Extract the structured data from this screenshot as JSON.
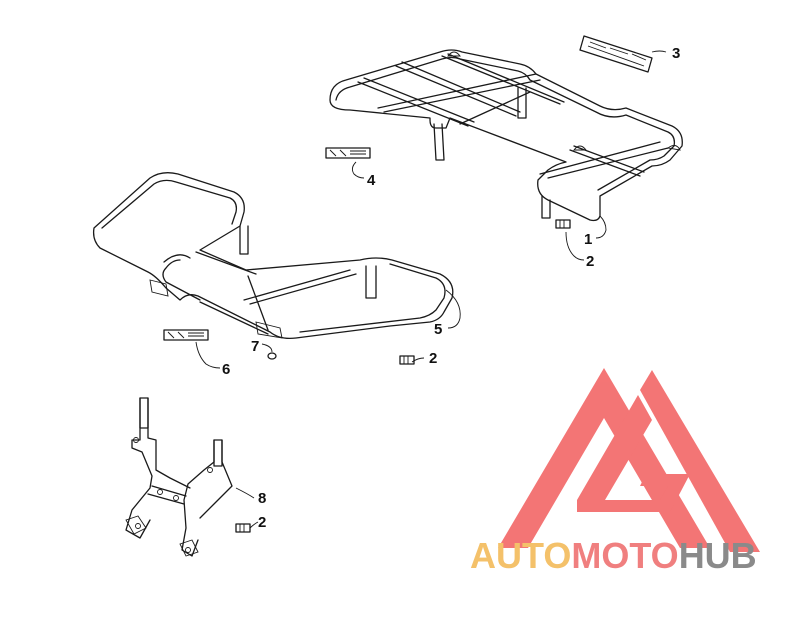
{
  "callouts": [
    {
      "label": "3"
    },
    {
      "label": "4"
    },
    {
      "label": "1"
    },
    {
      "label": "2"
    },
    {
      "label": "5"
    },
    {
      "label": "2"
    },
    {
      "label": "7"
    },
    {
      "label": "6"
    },
    {
      "label": "8"
    },
    {
      "label": "2"
    }
  ],
  "logo": {
    "part1": "AUTO",
    "part2": "MOTO",
    "part3": "HUB",
    "color_auto": "#f4c16a",
    "color_moto": "#f07f7f",
    "color_hub": "#8a8a8a",
    "mark_color": "#f25d5d"
  }
}
